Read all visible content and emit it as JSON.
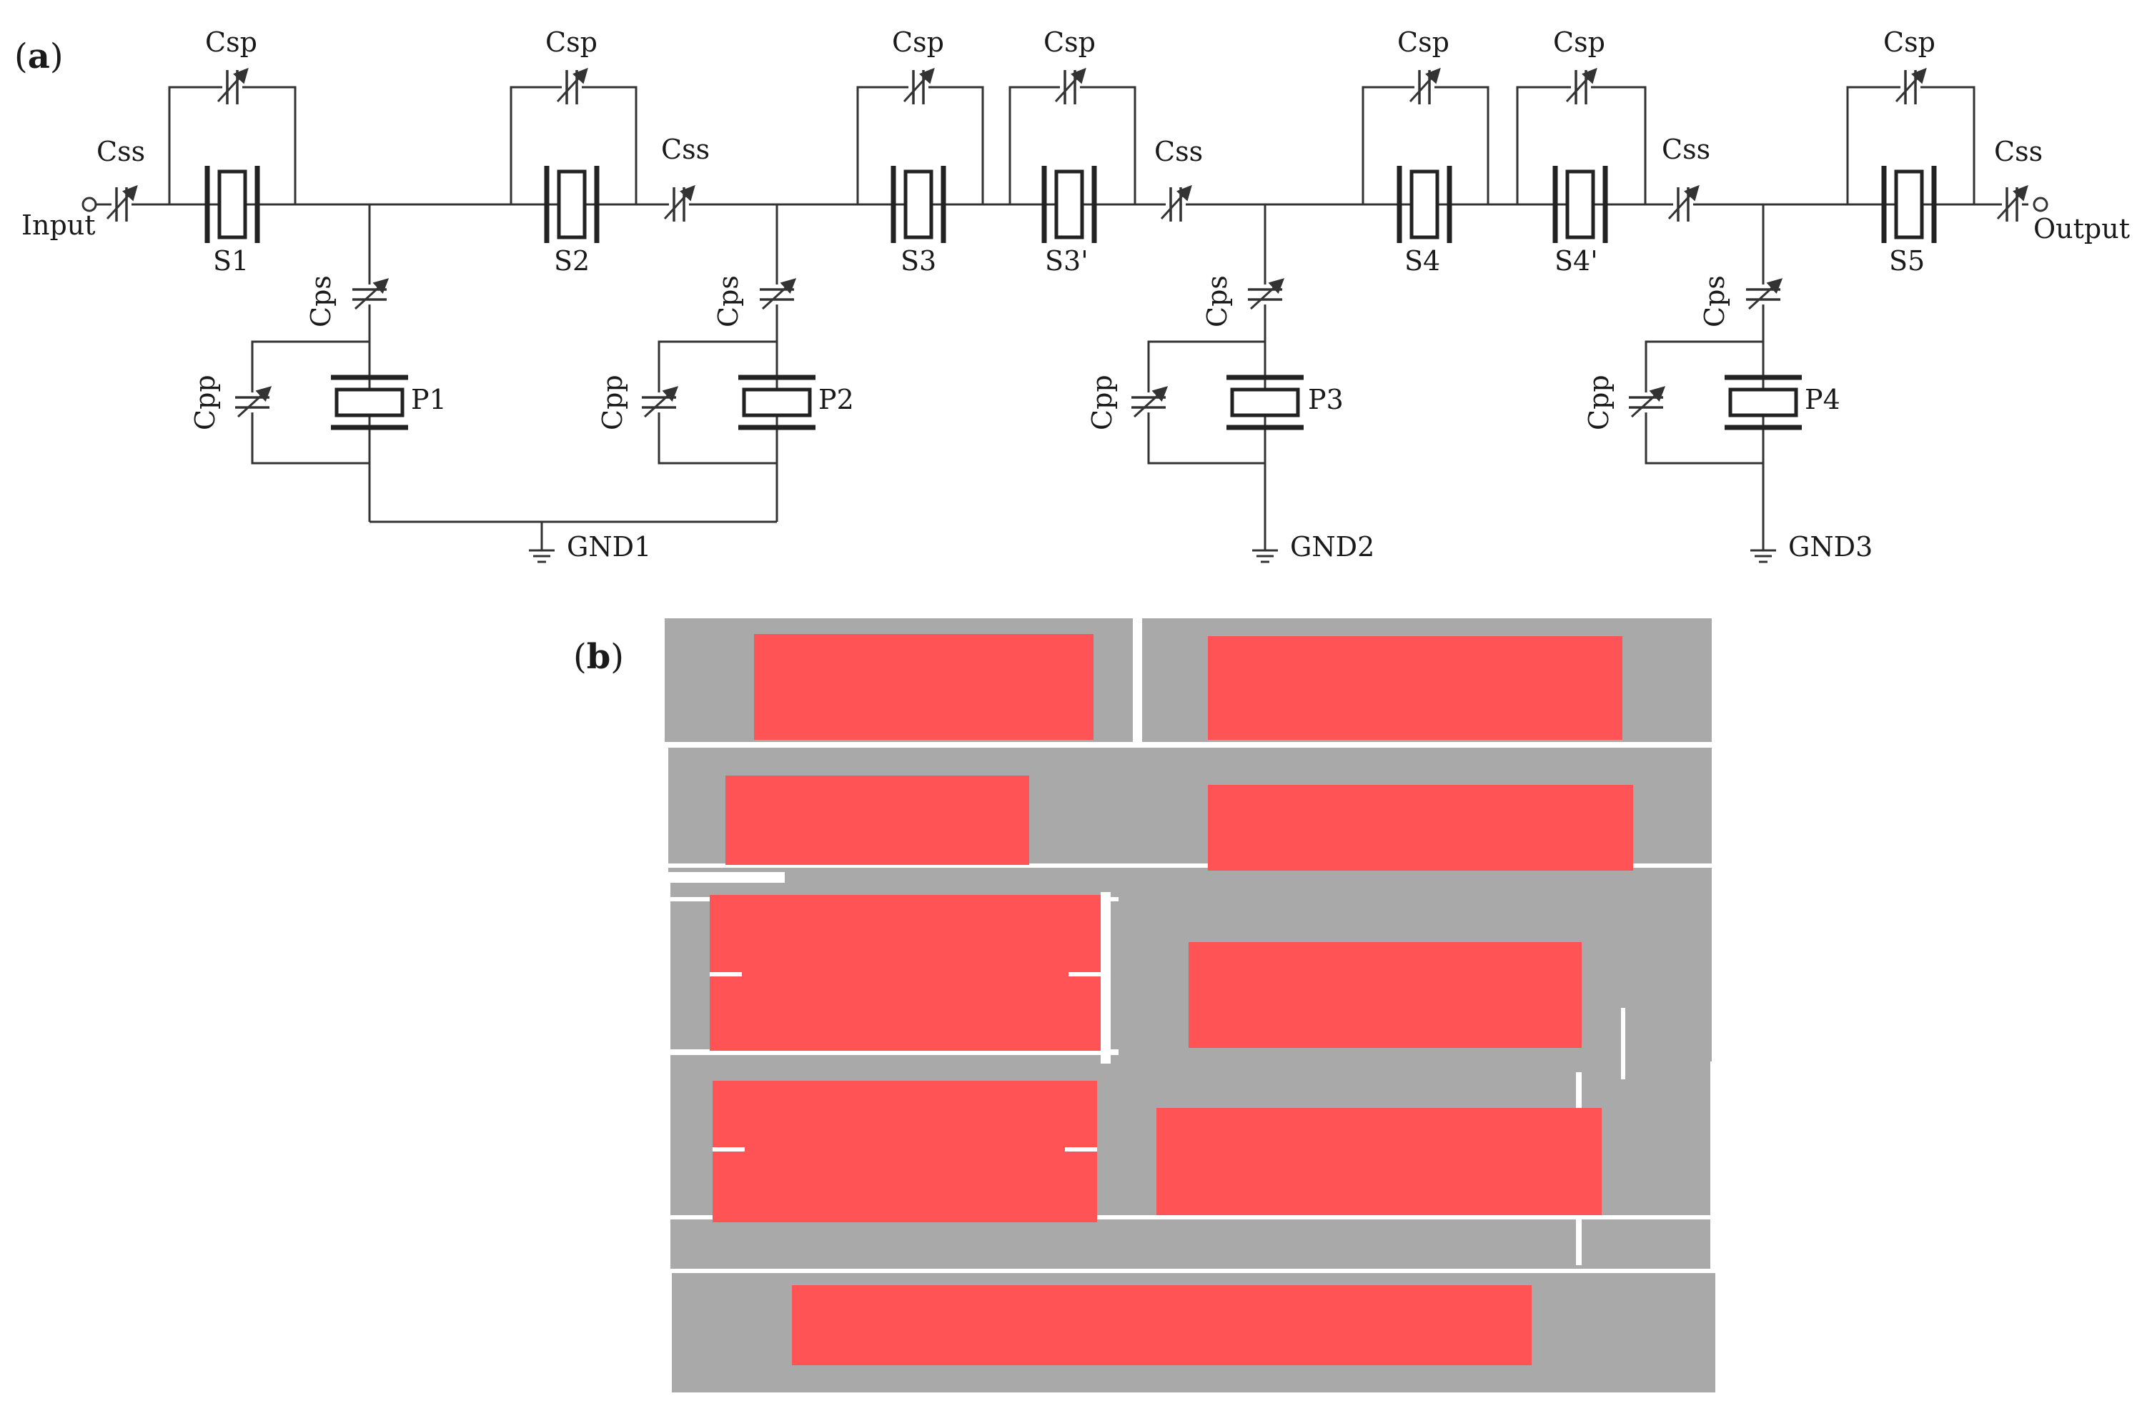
{
  "panels": {
    "a": "a",
    "b": "b"
  },
  "labels": {
    "input": "Input",
    "output": "Output",
    "css": "Css",
    "csp": "Csp",
    "cps": "Cps",
    "cpp": "Cpp",
    "gnd1": "GND1",
    "gnd2": "GND2",
    "gnd3": "GND3"
  },
  "series_resonators": [
    "S1",
    "S2",
    "S3",
    "S3'",
    "S4",
    "S4'",
    "S5"
  ],
  "shunt_resonators": [
    "P1",
    "P2",
    "P3",
    "P4"
  ],
  "colors": {
    "wire": "#333333",
    "electrode": "#ff5356",
    "metal": "#a9a9a9",
    "background": "#ffffff"
  }
}
